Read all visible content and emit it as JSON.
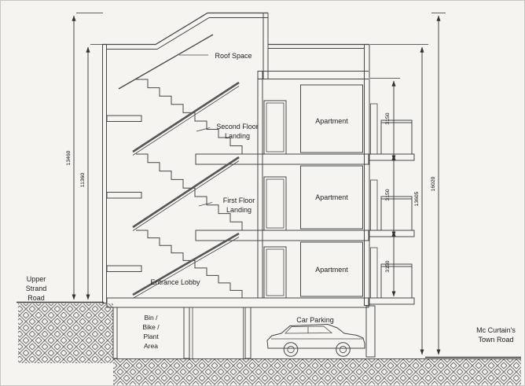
{
  "drawing": {
    "type": "building cross-section",
    "colors": {
      "background": "#f6f4f1",
      "line": "#474747",
      "text": "#222222",
      "hatch": "#6e6e6e",
      "dimension": "#333333"
    },
    "labels": {
      "roof_space": "Roof Space",
      "second_floor_landing_line1": "Second Floor",
      "second_floor_landing_line2": "Landing",
      "first_floor_landing_line1": "First Floor",
      "first_floor_landing_line2": "Landing",
      "entrance_lobby": "Entrance Lobby",
      "apartment": "Apartment",
      "car_parking": "Car Parking",
      "bin_area_line1": "Bin /",
      "bin_area_line2": "Bike /",
      "bin_area_line3": "Plant",
      "bin_area_line4": "Area",
      "left_road_line1": "Upper",
      "left_road_line2": "Strand",
      "left_road_line3": "Road",
      "right_road_line1": "Mc Curtain's",
      "right_road_line2": "Town Road"
    },
    "dimensions": {
      "left_outer_height": "13460",
      "left_inner_height": "11360",
      "storey_height": "3150",
      "right_inner_height": "13605",
      "right_outer_height": "16020"
    }
  }
}
